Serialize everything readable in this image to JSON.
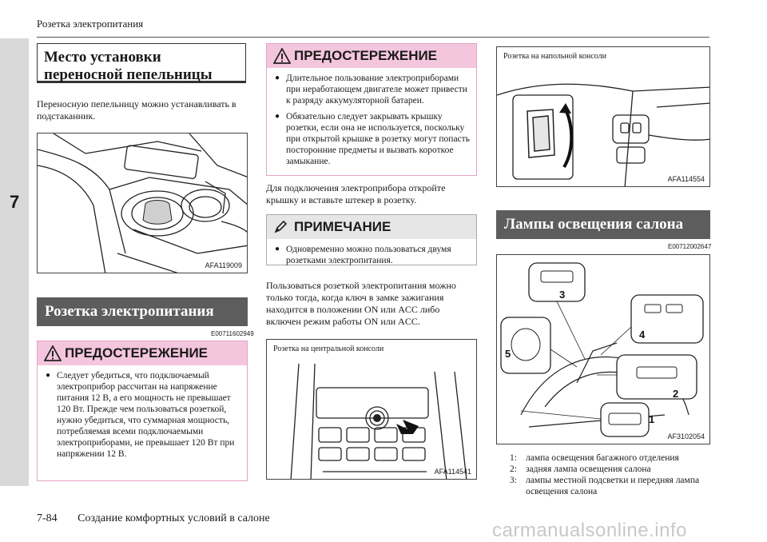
{
  "header": {
    "title": "Розетка электропитания"
  },
  "side_tab": {
    "number": "7"
  },
  "footer": {
    "page": "7-84",
    "section": "Создание комфортных условий в салоне"
  },
  "watermark": "carmanualsonline.info",
  "col1": {
    "heading": "Место установки переносной пепельницы",
    "text": "Переносную пепельницу можно устанавливать в подстаканник.",
    "fig_id": "AFA119009",
    "section_title": "Розетка электропитания",
    "code": "E00711602949",
    "warning": {
      "title": "ПРЕДОСТЕРЕЖЕНИЕ",
      "items": [
        "Следует убедиться, что подключаемый электроприбор рассчитан на напряжение питания 12 В, а его мощность не превышает 120 Вт. Прежде чем пользоваться розеткой, нужно убедиться, что суммарная мощность, потребляемая всеми подключаемыми электроприборами, не превышает 120 Вт при напряжении 12 В."
      ]
    }
  },
  "col2": {
    "warning": {
      "title": "ПРЕДОСТЕРЕЖЕНИЕ",
      "items": [
        "Длительное пользование электроприборами при неработающем двигателе может привести к разряду аккумуляторной батареи.",
        "Обязательно следует закрывать крышку розетки, если она не используется, поскольку при открытой крышке в розетку могут попасть посторонние предметы и вызвать короткое замыкание."
      ]
    },
    "text1": "Для подключения электроприбора откройте крышку и вставьте штекер в розетку.",
    "note": {
      "title": "ПРИМЕЧАНИЕ",
      "items": [
        "Одновременно можно пользоваться двумя розетками электропитания."
      ]
    },
    "text2": "Пользоваться розеткой электропитания можно только тогда, когда ключ в замке зажигания находится в положении ON или ACC либо включен режим работы ON или ACC.",
    "fig_caption": "Розетка на центральной консоли",
    "fig_id": "AFA114541"
  },
  "col3": {
    "fig_caption": "Розетка на напольной консоли",
    "fig_id": "AFA114554",
    "section_title": "Лампы освещения салона",
    "code": "E00712002647",
    "fig2_id": "AF3102054",
    "callouts": [
      "1",
      "2",
      "3",
      "4",
      "5"
    ],
    "legend": [
      {
        "n": "1:",
        "text": "лампа освещения багажного отделения"
      },
      {
        "n": "2:",
        "text": "задняя лампа освещения салона"
      },
      {
        "n": "3:",
        "text": "лампы местной подсветки и передняя лампа освещения салона"
      }
    ]
  }
}
